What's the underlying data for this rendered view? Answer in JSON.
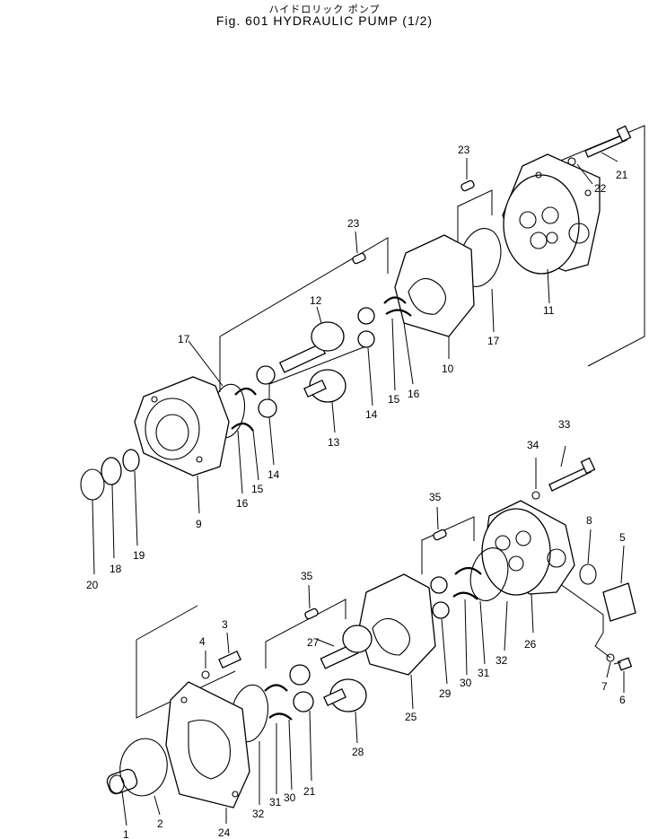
{
  "title": {
    "japanese": "ハイドロリック ポンプ",
    "english": "Fig. 601 HYDRAULIC PUMP (1/2)"
  },
  "labels": {
    "l1": "1",
    "l2": "2",
    "l3": "3",
    "l4": "4",
    "l5": "5",
    "l6": "6",
    "l7": "7",
    "l8": "8",
    "l9": "9",
    "l10": "10",
    "l11": "11",
    "l12": "12",
    "l13": "13",
    "l14a": "14",
    "l14b": "14",
    "l15a": "15",
    "l15b": "15",
    "l16a": "16",
    "l16b": "16",
    "l17a": "17",
    "l17b": "17",
    "l18": "18",
    "l19": "19",
    "l20": "20",
    "l21a": "21",
    "l21b": "21",
    "l22": "22",
    "l23a": "23",
    "l23b": "23",
    "l24": "24",
    "l25": "25",
    "l26": "26",
    "l27": "27",
    "l28": "28",
    "l29": "29",
    "l30a": "30",
    "l30b": "30",
    "l31a": "31",
    "l31b": "31",
    "l32a": "32",
    "l32b": "32",
    "l33": "33",
    "l34": "34",
    "l35a": "35",
    "l35b": "35"
  }
}
